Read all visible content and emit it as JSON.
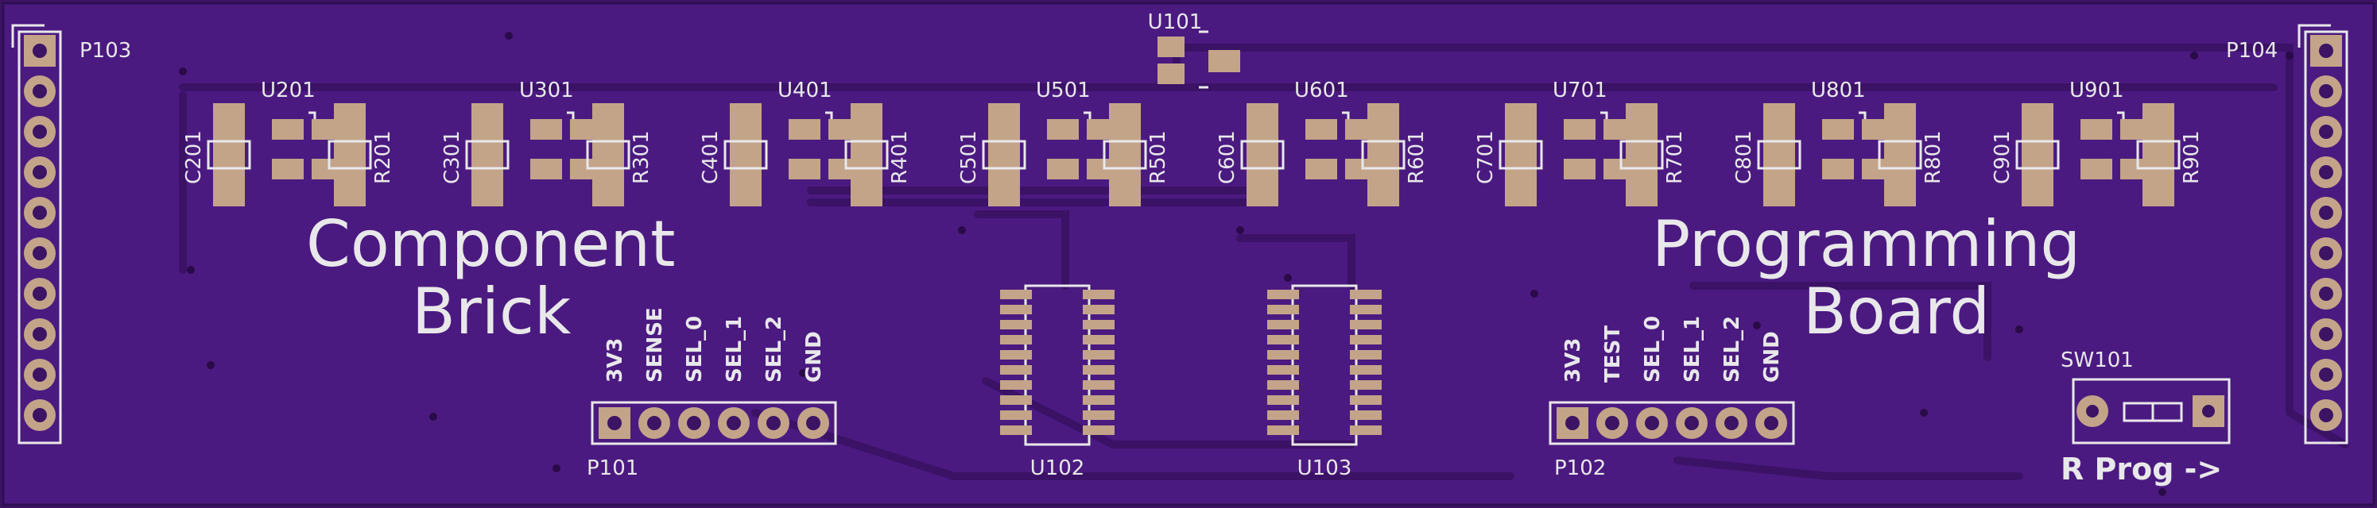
{
  "colors": {
    "board": "#4b1a80",
    "trace": "#3b1266",
    "pad": "#c3a489",
    "silkscreen": "#e8e8ea"
  },
  "board_title": {
    "left_line1": "Component",
    "left_line2": "Brick",
    "right_line1": "Programming",
    "right_line2": "Board"
  },
  "stages": [
    {
      "cap": "C201",
      "ic": "U201",
      "res": "R201"
    },
    {
      "cap": "C301",
      "ic": "U301",
      "res": "R301"
    },
    {
      "cap": "C401",
      "ic": "U401",
      "res": "R401"
    },
    {
      "cap": "C501",
      "ic": "U501",
      "res": "R501"
    },
    {
      "cap": "C601",
      "ic": "U601",
      "res": "R601"
    },
    {
      "cap": "C701",
      "ic": "U701",
      "res": "R701"
    },
    {
      "cap": "C801",
      "ic": "U801",
      "res": "R801"
    },
    {
      "cap": "C901",
      "ic": "U901",
      "res": "R901"
    }
  ],
  "u101_label": "U101",
  "u102_label": "U102",
  "u103_label": "U103",
  "p103_label": "P103",
  "p104_label": "P104",
  "p101": {
    "label": "P101",
    "pins": [
      "3V3",
      "SENSE",
      "SEL_0",
      "SEL_1",
      "SEL_2",
      "GND"
    ]
  },
  "p102": {
    "label": "P102",
    "pins": [
      "3V3",
      "TEST",
      "SEL_0",
      "SEL_1",
      "SEL_2",
      "GND"
    ]
  },
  "sw101": {
    "label": "SW101",
    "caption": "R Prog ->"
  }
}
